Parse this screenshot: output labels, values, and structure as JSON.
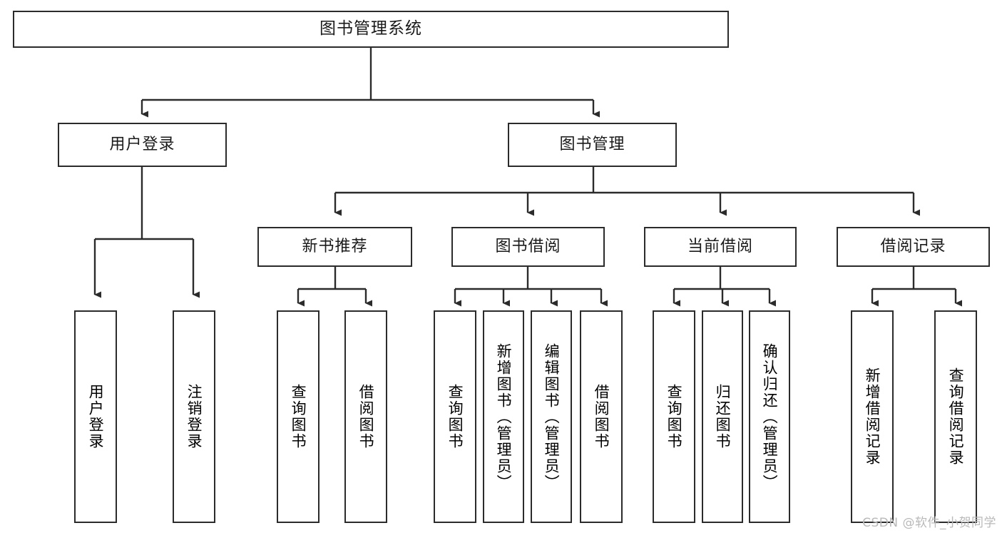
{
  "diagram": {
    "title": "图书管理系统",
    "watermark": "CSDN @软件_小贺同学",
    "levels": {
      "root": {
        "label": "图书管理系统"
      },
      "level2": [
        {
          "label": "用户登录"
        },
        {
          "label": "图书管理"
        }
      ],
      "level3": [
        {
          "label": "新书推荐"
        },
        {
          "label": "图书借阅"
        },
        {
          "label": "当前借阅"
        },
        {
          "label": "借阅记录"
        }
      ],
      "leaves": {
        "user_login": [
          {
            "label": "用户登录"
          },
          {
            "label": "注销登录"
          }
        ],
        "new_book_recommend": [
          {
            "label": "查询图书"
          },
          {
            "label": "借阅图书"
          }
        ],
        "book_borrow": [
          {
            "label": "查询图书"
          },
          {
            "label": "新增图书（管理员）"
          },
          {
            "label": "编辑图书（管理员）"
          },
          {
            "label": "借阅图书"
          }
        ],
        "current_borrow": [
          {
            "label": "查询图书"
          },
          {
            "label": "归还图书"
          },
          {
            "label": "确认归还（管理员）"
          }
        ],
        "borrow_record": [
          {
            "label": "新增借阅记录"
          },
          {
            "label": "查询借阅记录"
          }
        ]
      }
    },
    "colors": {
      "stroke": "#2b2b2b",
      "fill": "#ffffff",
      "text": "#1a1a1a",
      "watermark": "#b9b9b9"
    }
  }
}
